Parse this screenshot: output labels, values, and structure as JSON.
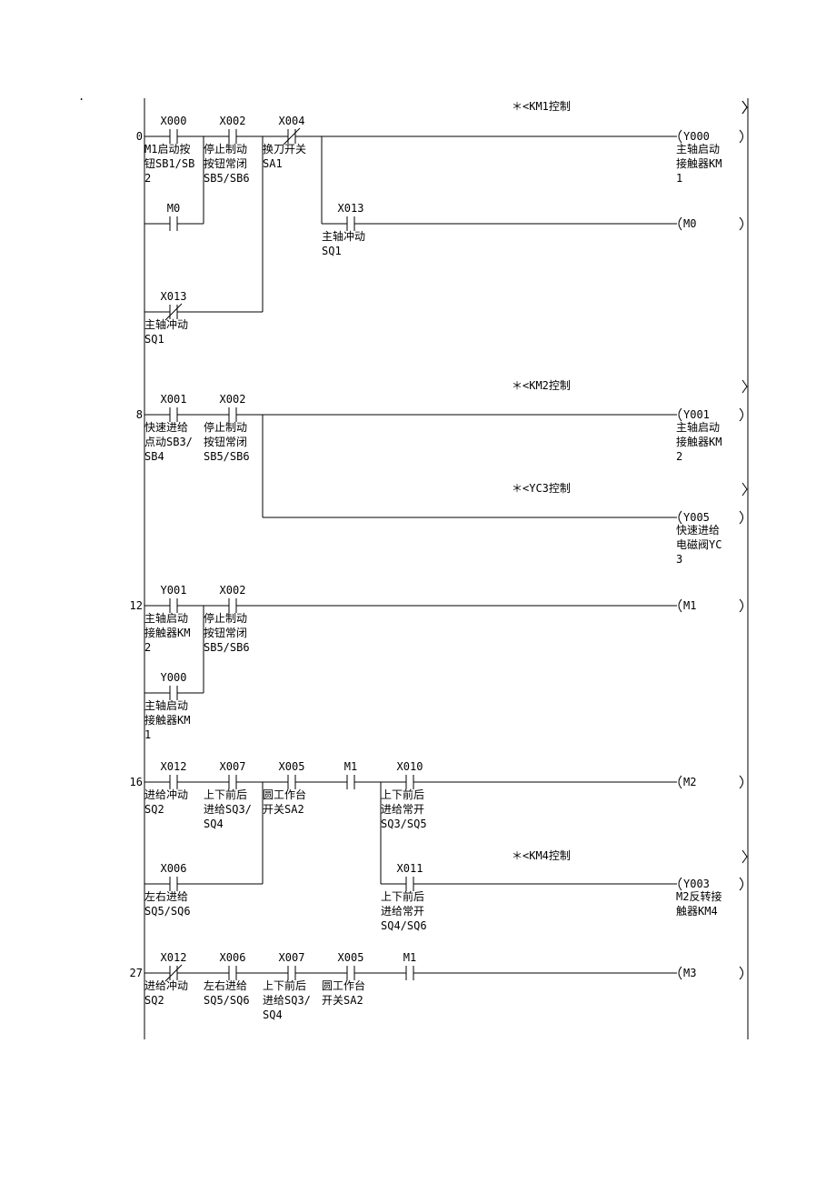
{
  "steps": [
    "0",
    "8",
    "12",
    "16",
    "27"
  ],
  "comments": [
    "＊<KM1控制",
    "＊<KM2控制",
    "＊<YC3控制",
    "＊<KM4控制"
  ],
  "contacts": [
    {
      "addr": "X000",
      "lines": [
        "M1启动按",
        "钮SB1/SB",
        "2"
      ],
      "nc": false
    },
    {
      "addr": "X002",
      "lines": [
        "停止制动",
        "按钮常闭",
        "SB5/SB6"
      ],
      "nc": false
    },
    {
      "addr": "X004",
      "lines": [
        "换刀开关",
        "SA1"
      ],
      "nc": true
    },
    {
      "addr": "M0",
      "lines": [],
      "nc": false
    },
    {
      "addr": "X013",
      "lines": [
        "主轴冲动",
        "SQ1"
      ],
      "nc": false
    },
    {
      "addr": "X013",
      "lines": [
        "主轴冲动",
        "SQ1"
      ],
      "nc": true
    },
    {
      "addr": "X001",
      "lines": [
        "快速进给",
        "点动SB3/",
        "SB4"
      ],
      "nc": false
    },
    {
      "addr": "X002",
      "lines": [
        "停止制动",
        "按钮常闭",
        "SB5/SB6"
      ],
      "nc": false
    },
    {
      "addr": "Y001",
      "lines": [
        "主轴启动",
        "接触器KM",
        "2"
      ],
      "nc": false
    },
    {
      "addr": "X002",
      "lines": [
        "停止制动",
        "按钮常闭",
        "SB5/SB6"
      ],
      "nc": false
    },
    {
      "addr": "Y000",
      "lines": [
        "主轴启动",
        "接触器KM",
        "1"
      ],
      "nc": false
    },
    {
      "addr": "X012",
      "lines": [
        "进给冲动",
        "SQ2"
      ],
      "nc": false
    },
    {
      "addr": "X007",
      "lines": [
        "上下前后",
        "进给SQ3/",
        "SQ4"
      ],
      "nc": false
    },
    {
      "addr": "X005",
      "lines": [
        "圆工作台",
        "开关SA2"
      ],
      "nc": false
    },
    {
      "addr": "M1",
      "lines": [],
      "nc": false
    },
    {
      "addr": "X010",
      "lines": [
        "上下前后",
        "进给常开",
        "SQ3/SQ5"
      ],
      "nc": false
    },
    {
      "addr": "X006",
      "lines": [
        "左右进给",
        "SQ5/SQ6"
      ],
      "nc": false
    },
    {
      "addr": "X011",
      "lines": [
        "上下前后",
        "进给常开",
        "SQ4/SQ6"
      ],
      "nc": false
    },
    {
      "addr": "X012",
      "lines": [
        "进给冲动",
        "SQ2"
      ],
      "nc": true
    },
    {
      "addr": "X006",
      "lines": [
        "左右进给",
        "SQ5/SQ6"
      ],
      "nc": false
    },
    {
      "addr": "X007",
      "lines": [
        "上下前后",
        "进给SQ3/",
        "SQ4"
      ],
      "nc": false
    },
    {
      "addr": "X005",
      "lines": [
        "圆工作台",
        "开关SA2"
      ],
      "nc": false
    },
    {
      "addr": "M1",
      "lines": [],
      "nc": false
    }
  ],
  "coils": [
    {
      "addr": "Y000",
      "lines": [
        "主轴启动",
        "接触器KM",
        "1"
      ]
    },
    {
      "addr": "M0",
      "lines": []
    },
    {
      "addr": "Y001",
      "lines": [
        "主轴启动",
        "接触器KM",
        "2"
      ]
    },
    {
      "addr": "Y005",
      "lines": [
        "快速进给",
        "电磁阀YC",
        "3"
      ]
    },
    {
      "addr": "M1",
      "lines": []
    },
    {
      "addr": "M2",
      "lines": []
    },
    {
      "addr": "Y003",
      "lines": [
        "M2反转接",
        "触器KM4"
      ]
    },
    {
      "addr": "M3",
      "lines": []
    }
  ],
  "page_mark": "."
}
